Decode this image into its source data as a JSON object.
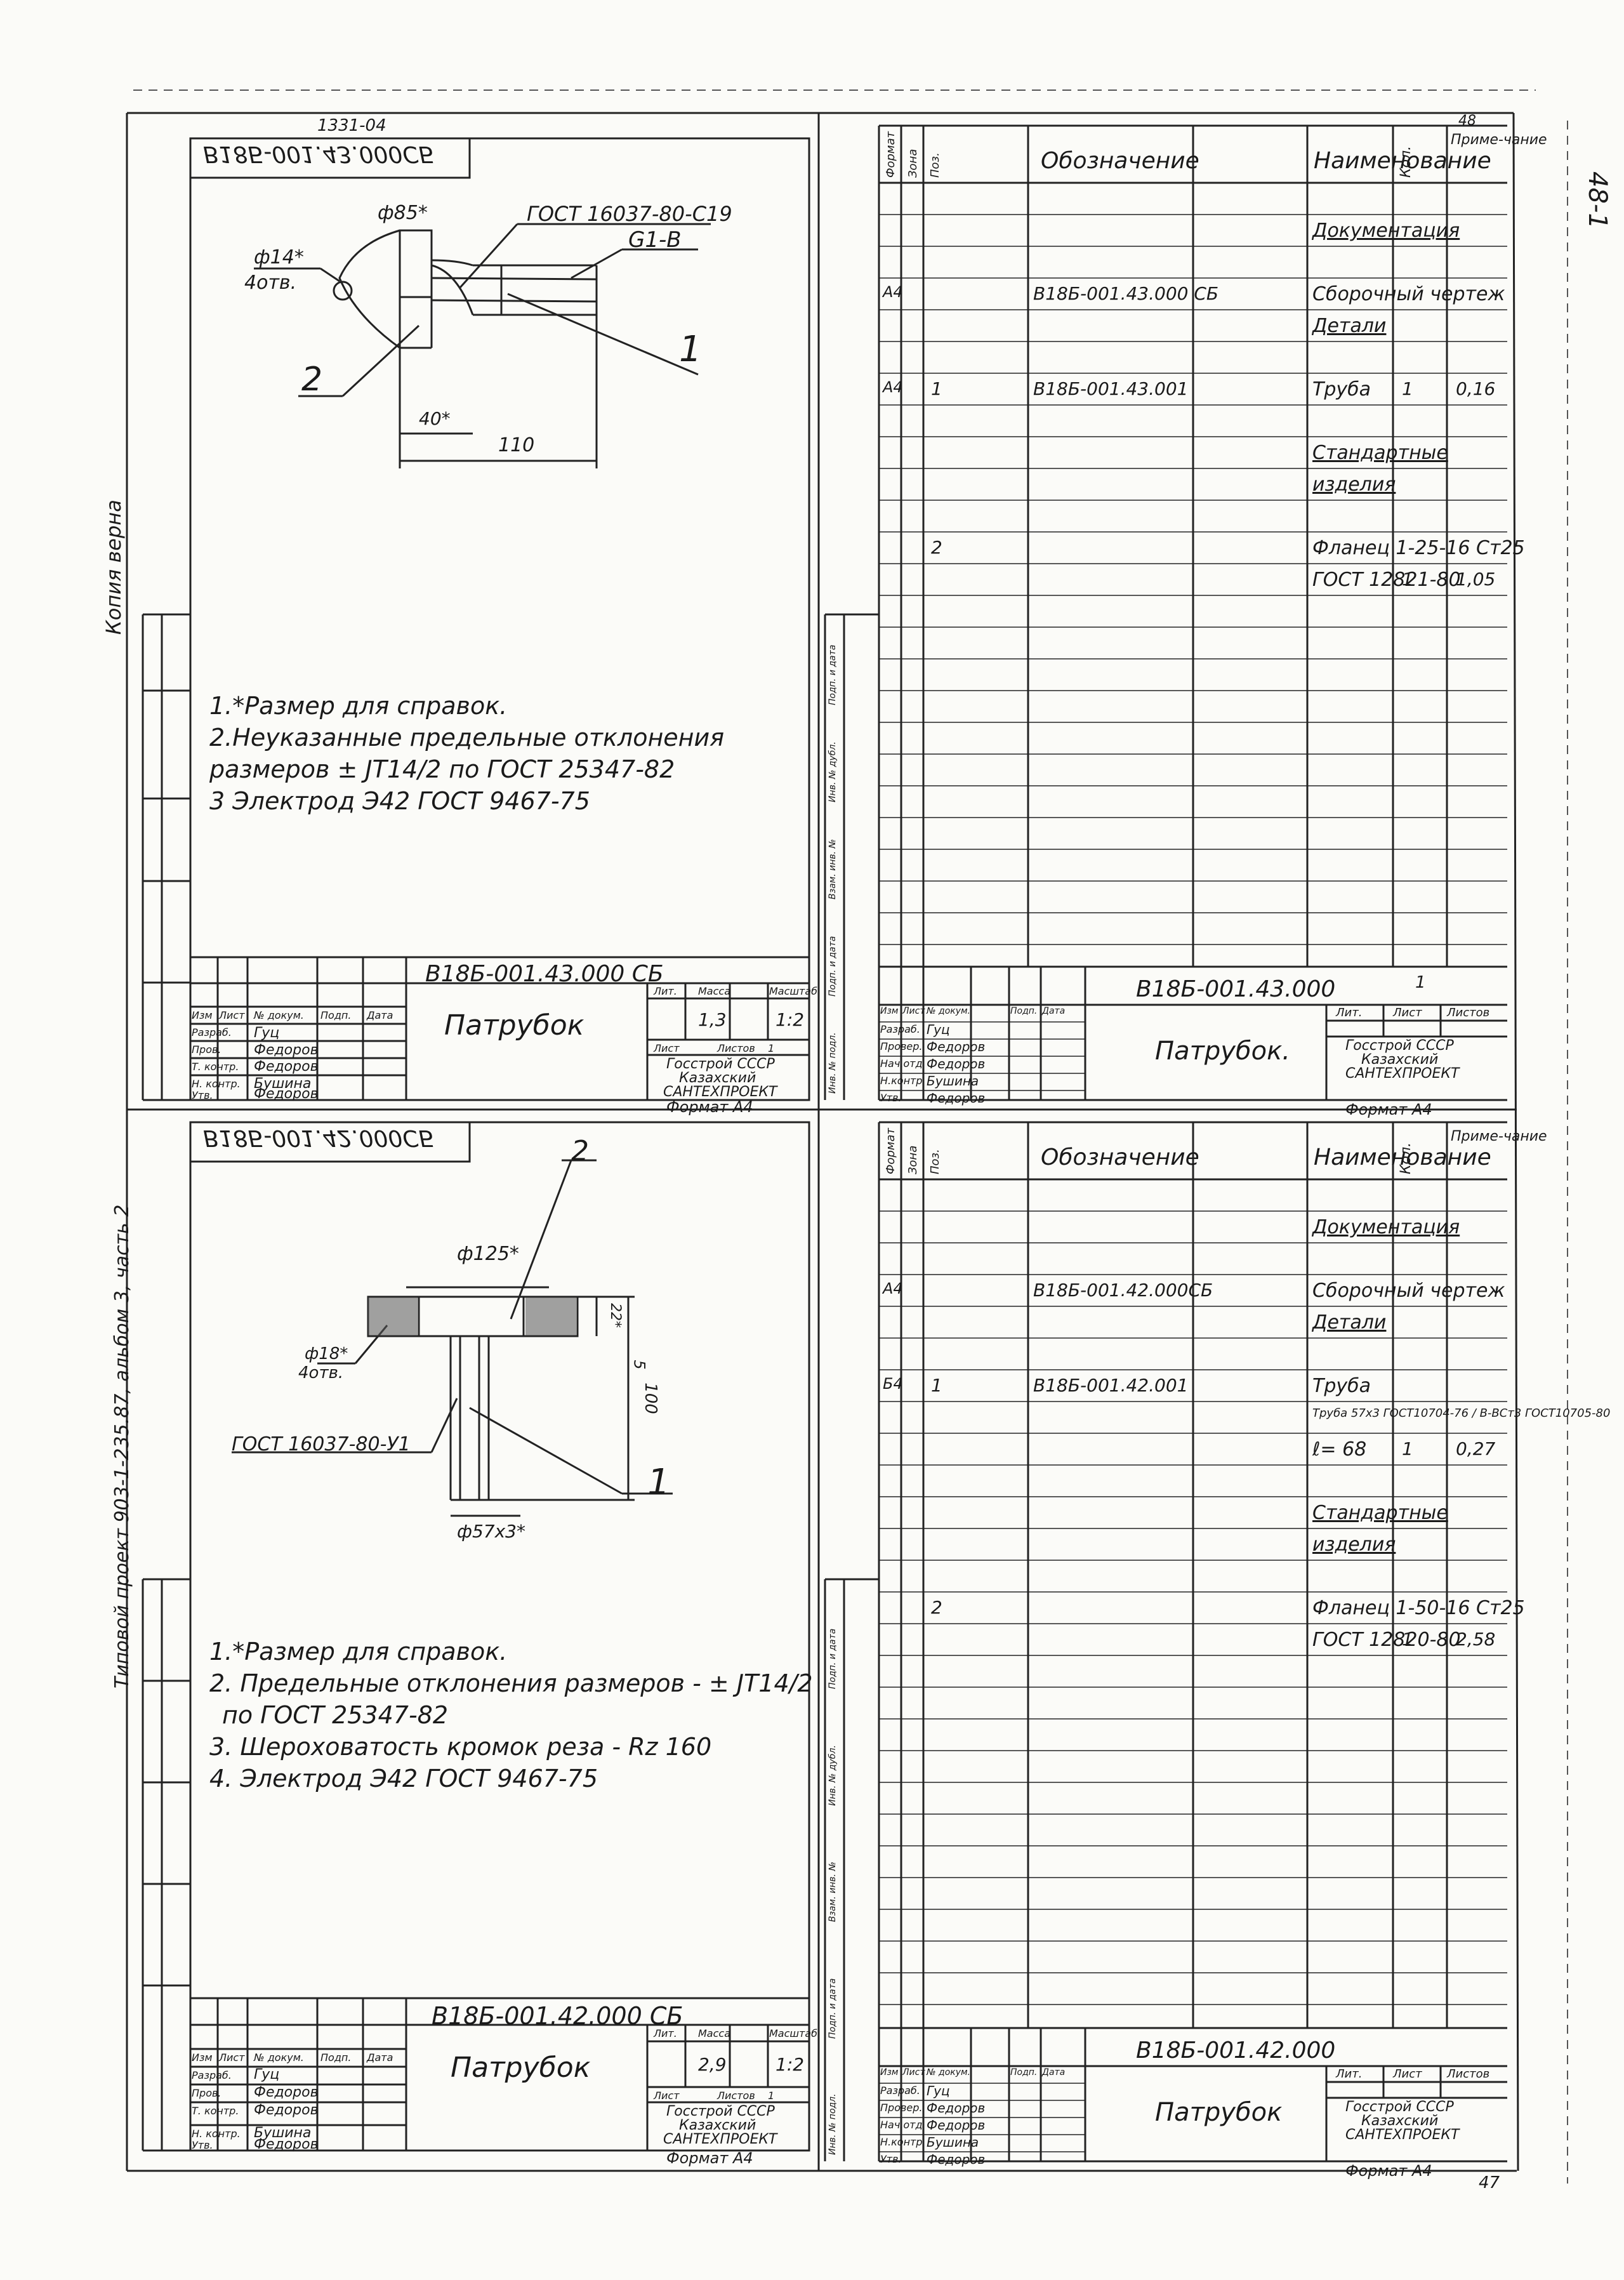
{
  "sheet": {
    "top_stamp": "1331-04",
    "page_corner_top": "48",
    "page_corner_right": "48-1",
    "page_bottom": "47",
    "album_note": "Типовой проект 903-1-235.87, альбом 3, часть 2",
    "copy_note": "Копия верна"
  },
  "drawings": [
    {
      "id": "d43",
      "doc_code_mirror": "В18Б-001.43.000СБ",
      "dims": {
        "gost": "ГОСТ 16037-80-С19",
        "thread": "G1-B",
        "d85": "ф85*",
        "d14": "ф14*",
        "holes": "4отв.",
        "l40": "40*",
        "l110": "110"
      },
      "positions": [
        "1",
        "2"
      ],
      "notes": [
        "1.*Размер для справок.",
        "2.Неуказанные предельные отклонения",
        "размеров ± JT14/2 по ГОСТ 25347-82",
        "3 Электрод Э42 ГОСТ 9467-75"
      ],
      "stamp": {
        "code": "В18Б-001.43.000 СБ",
        "title": "Патрубок",
        "headers": {
          "izm": "Изм",
          "list": "Лист",
          "doc": "№ докум.",
          "sign": "Подп.",
          "date": "Дата",
          "lit": "Лит.",
          "mass": "Масса",
          "scale": "Масштаб",
          "sheet": "Лист",
          "sheets": "Листов"
        },
        "mass": "1,3",
        "scale": "1:2",
        "sheets": "1",
        "roles": [
          "Разраб.",
          "Пров.",
          "Т. контр.",
          "",
          "Н. контр.",
          "Утв."
        ],
        "names": [
          "Гуц",
          "Федоров",
          "Федоров",
          "",
          "Бушина",
          "Федоров"
        ],
        "org": [
          "Госстрой СССР",
          "Казахский",
          "САНТЕХПРОЕКТ"
        ],
        "format": "Формат А4"
      }
    },
    {
      "id": "d42",
      "doc_code_mirror": "В18Б-001.42.000СБ",
      "dims": {
        "d125": "ф125*",
        "d18": "ф18*",
        "holes": "4отв.",
        "gost": "ГОСТ 16037-80-У1",
        "pipe": "ф57х3*",
        "h100": "100",
        "h22": "22*",
        "h5": "5"
      },
      "positions": [
        "1",
        "2"
      ],
      "notes": [
        "1.*Размер для справок.",
        "2. Предельные отклонения размеров - ± JT14/2",
        "по ГОСТ 25347-82",
        "3. Шероховатость кромок реза - Rz 160",
        "4. Электрод Э42 ГОСТ 9467-75"
      ],
      "stamp": {
        "code": "В18Б-001.42.000 СБ",
        "title": "Патрубок",
        "headers": {
          "izm": "Изм",
          "list": "Лист",
          "doc": "№ докум.",
          "sign": "Подп.",
          "date": "Дата",
          "lit": "Лит.",
          "mass": "Масса",
          "scale": "Масштаб",
          "sheet": "Лист",
          "sheets": "Листов"
        },
        "mass": "2,9",
        "scale": "1:2",
        "sheets": "1",
        "roles": [
          "Разраб.",
          "Пров.",
          "Т. контр.",
          "",
          "Н. контр.",
          "Утв."
        ],
        "names": [
          "Гуц",
          "Федоров",
          "Федоров",
          "",
          "Бушина",
          "Федоров"
        ],
        "org": [
          "Госстрой СССР",
          "Казахский",
          "САНТЕХПРОЕКТ"
        ],
        "format": "Формат А4"
      }
    }
  ],
  "specs": [
    {
      "id": "s43",
      "headers": {
        "format": "Формат",
        "zone": "Зона",
        "pos": "Поз.",
        "designation": "Обозначение",
        "name": "Наименование",
        "qty": "Кол.",
        "note": "Приме-чание"
      },
      "rows": [
        {
          "format": "",
          "pos": "",
          "designation": "",
          "name": "Документация",
          "qty": "",
          "note": "",
          "underline": true
        },
        {
          "format": "А4",
          "pos": "",
          "designation": "В18Б-001.43.000 СБ",
          "name": "Сборочный чертеж",
          "qty": "",
          "note": ""
        },
        {
          "format": "",
          "pos": "",
          "designation": "",
          "name": "Детали",
          "qty": "",
          "note": "",
          "underline": true
        },
        {
          "format": "А4",
          "pos": "1",
          "designation": "В18Б-001.43.001",
          "name": "Труба",
          "qty": "1",
          "note": "0,16"
        },
        {
          "format": "",
          "pos": "",
          "designation": "",
          "name": "Стандартные",
          "qty": "",
          "note": "",
          "underline": true
        },
        {
          "format": "",
          "pos": "",
          "designation": "",
          "name": "изделия",
          "qty": "",
          "note": "",
          "underline": true
        },
        {
          "format": "",
          "pos": "2",
          "designation": "",
          "name": "Фланец 1-25-16 Ст25",
          "qty": "",
          "note": ""
        },
        {
          "format": "",
          "pos": "",
          "designation": "",
          "name": "ГОСТ 12821-80",
          "qty": "1",
          "note": "1,05"
        }
      ],
      "row_slots": [
        1,
        3,
        4,
        6,
        8,
        9,
        11,
        12
      ],
      "stamp": {
        "code": "В18Б-001.43.000",
        "sheet_no": "1",
        "title": "Патрубок.",
        "lit": "Лит.",
        "sheet": "Лист",
        "sheets": "Листов",
        "headers": {
          "izm": "Изм",
          "list": "Лист",
          "doc": "№ докум.",
          "sign": "Подп.",
          "date": "Дата"
        },
        "roles": [
          "Разраб.",
          "Провер.",
          "Нач.отд",
          "Н.контр",
          "Утв."
        ],
        "names": [
          "Гуц",
          "Федоров",
          "Федоров",
          "Бушина",
          "Федоров"
        ],
        "org": [
          "Госстрой СССР",
          "Казахский",
          "САНТЕХПРОЕКТ"
        ],
        "format": "Формат А4"
      }
    },
    {
      "id": "s42",
      "headers": {
        "format": "Формат",
        "zone": "Зона",
        "pos": "Поз.",
        "designation": "Обозначение",
        "name": "Наименование",
        "qty": "Кол.",
        "note": "Приме-чание"
      },
      "rows": [
        {
          "format": "",
          "pos": "",
          "designation": "",
          "name": "Документация",
          "qty": "",
          "note": "",
          "underline": true
        },
        {
          "format": "А4",
          "pos": "",
          "designation": "В18Б-001.42.000СБ",
          "name": "Сборочный чертеж",
          "qty": "",
          "note": ""
        },
        {
          "format": "",
          "pos": "",
          "designation": "",
          "name": "Детали",
          "qty": "",
          "note": "",
          "underline": true
        },
        {
          "format": "Б4",
          "pos": "1",
          "designation": "В18Б-001.42.001",
          "name": "Труба",
          "qty": "",
          "note": ""
        },
        {
          "format": "",
          "pos": "",
          "designation": "",
          "name": "Труба 57х3 ГОСТ10704-76 / В-ВСт3 ГОСТ10705-80",
          "qty": "",
          "note": ""
        },
        {
          "format": "",
          "pos": "",
          "designation": "",
          "name": "ℓ= 68",
          "qty": "1",
          "note": "0,27"
        },
        {
          "format": "",
          "pos": "",
          "designation": "",
          "name": "Стандартные",
          "qty": "",
          "note": "",
          "underline": true
        },
        {
          "format": "",
          "pos": "",
          "designation": "",
          "name": "изделия",
          "qty": "",
          "note": "",
          "underline": true
        },
        {
          "format": "",
          "pos": "2",
          "designation": "",
          "name": "Фланец 1-50-16 Ст25",
          "qty": "",
          "note": ""
        },
        {
          "format": "",
          "pos": "",
          "designation": "",
          "name": "ГОСТ 12820-80",
          "qty": "1",
          "note": "2,58"
        }
      ],
      "row_slots": [
        1,
        3,
        4,
        6,
        7,
        8,
        10,
        11,
        13,
        14
      ],
      "stamp": {
        "code": "В18Б-001.42.000",
        "sheet_no": "",
        "title": "Патрубок",
        "lit": "Лит.",
        "sheet": "Лист",
        "sheets": "Листов",
        "headers": {
          "izm": "Изм",
          "list": "Лист",
          "doc": "№ докум.",
          "sign": "Подп.",
          "date": "Дата"
        },
        "roles": [
          "Разраб.",
          "Провер.",
          "Нач.отд",
          "Н.контр",
          "Утв."
        ],
        "names": [
          "Гуц",
          "Федоров",
          "Федоров",
          "Бушина",
          "Федоров"
        ],
        "org": [
          "Госстрой СССР",
          "Казахский",
          "САНТЕХПРОЕКТ"
        ],
        "format": "Формат А4"
      }
    }
  ],
  "side_margin_labels": [
    "Подп. и дата",
    "Инв. № дубл.",
    "Взам. инв. №",
    "Подп. и дата",
    "Инв. № подл."
  ]
}
